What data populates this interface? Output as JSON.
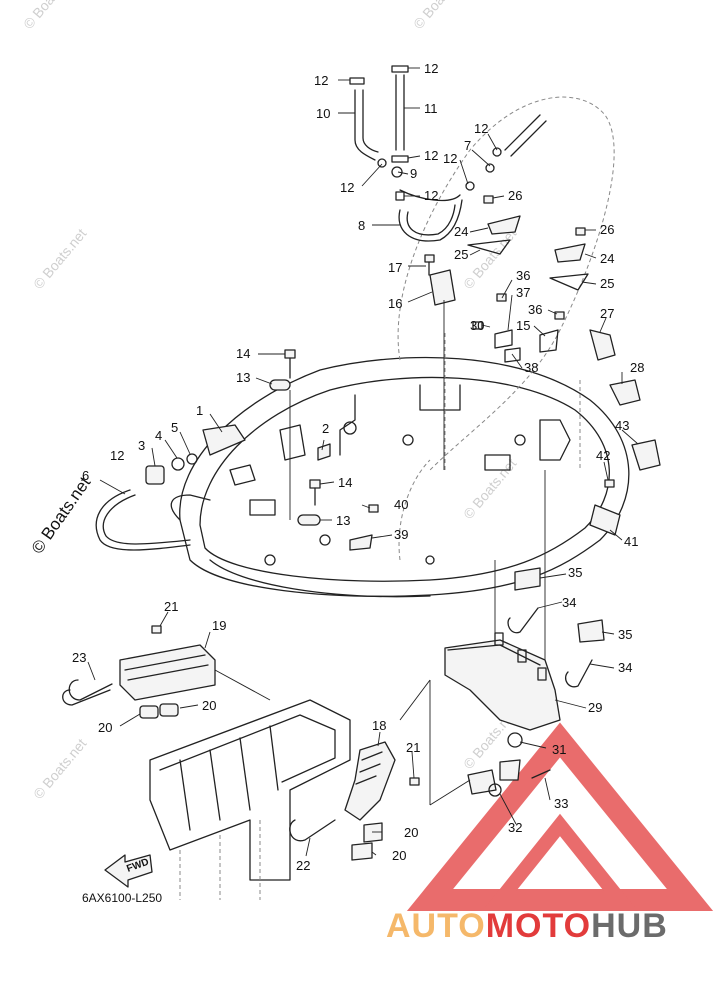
{
  "diagram": {
    "drawing_code": "6AX6100-L250",
    "copyright": "© Boats.net",
    "watermark": "© Boats.net",
    "fwd_label": "FWD",
    "logo": {
      "part1": "AUTO",
      "part2": "MOTO",
      "part3": "HUB",
      "color_light": "#f5b86a",
      "color_red": "#e23b3b",
      "color_dark": "#6b6b6b"
    },
    "callouts": [
      "1",
      "2",
      "3",
      "4",
      "5",
      "6",
      "7",
      "8",
      "9",
      "10",
      "11",
      "12",
      "13",
      "14",
      "15",
      "16",
      "17",
      "19",
      "18",
      "20",
      "21",
      "22",
      "23",
      "24",
      "25",
      "26",
      "27",
      "28",
      "29",
      "30",
      "31",
      "32",
      "33",
      "34",
      "35",
      "36",
      "37",
      "38",
      "39",
      "40",
      "41",
      "42",
      "43"
    ]
  }
}
